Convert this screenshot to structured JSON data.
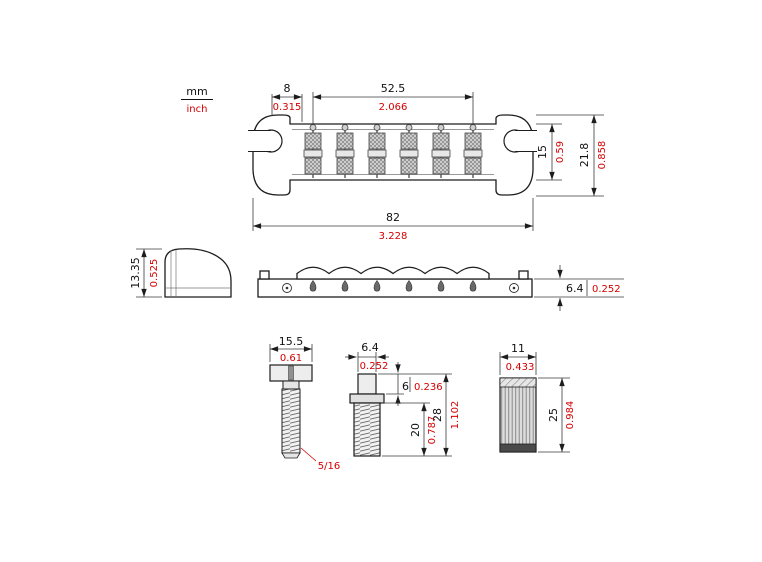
{
  "colors": {
    "mm": "#111111",
    "inch": "#d40000",
    "outline": "#1d1d1d"
  },
  "legend": {
    "mm_label": "mm",
    "inch_label": "inch"
  },
  "views": {
    "top": {
      "dims": {
        "offset": {
          "mm": "8",
          "inch": "0.315"
        },
        "saddle_span": {
          "mm": "52.5",
          "inch": "2.066"
        },
        "body_width": {
          "mm": "15",
          "inch": "0.59"
        },
        "overall_width": {
          "mm": "21.8",
          "inch": "0.858"
        },
        "overall_length": {
          "mm": "82",
          "inch": "3.228"
        }
      }
    },
    "end": {
      "dims": {
        "height": {
          "mm": "13.35",
          "inch": "0.525"
        }
      }
    },
    "side": {
      "dims": {
        "thickness": {
          "mm": "6.4",
          "inch": "0.252"
        }
      }
    },
    "screw": {
      "dims": {
        "head_diameter": {
          "mm": "15.5",
          "inch": "0.61"
        },
        "thread_label": "5/16"
      }
    },
    "stud": {
      "dims": {
        "top_diameter": {
          "mm": "6.4",
          "inch": "0.252"
        },
        "head_height": {
          "mm": "6",
          "inch": "0.236"
        },
        "total_length": {
          "mm": "28",
          "inch": "1.102"
        },
        "thread_length": {
          "mm": "20",
          "inch": "0.787"
        }
      }
    },
    "bushing": {
      "dims": {
        "diameter": {
          "mm": "11",
          "inch": "0.433"
        },
        "length": {
          "mm": "25",
          "inch": "0.984"
        }
      }
    }
  }
}
